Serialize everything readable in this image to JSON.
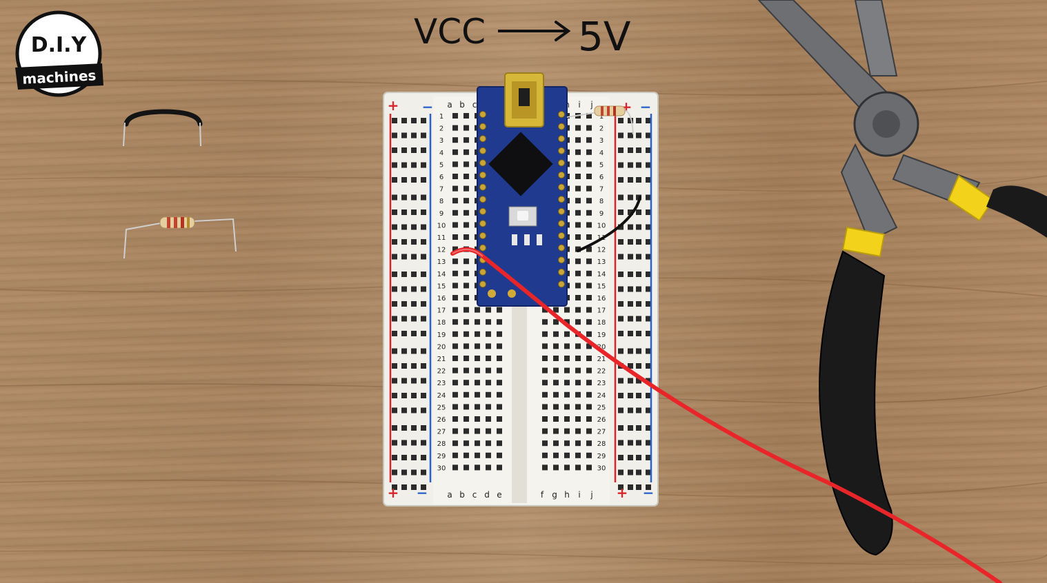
{
  "caption": {
    "text": "VCC → 5V",
    "left": "VCC",
    "right": "5V"
  },
  "logo": {
    "top": "D.I.Y",
    "bottom": "machines"
  },
  "breadboard": {
    "column_letters_left": [
      "a",
      "b",
      "c",
      "d",
      "e"
    ],
    "column_letters_right": [
      "f",
      "g",
      "h",
      "i",
      "j"
    ],
    "row_numbers": [
      "1",
      "2",
      "3",
      "4",
      "5",
      "6",
      "7",
      "8",
      "9",
      "10",
      "11",
      "12",
      "13",
      "14",
      "15",
      "16",
      "17",
      "18",
      "19",
      "20",
      "21",
      "22",
      "23",
      "24",
      "25",
      "26",
      "27",
      "28",
      "29",
      "30"
    ],
    "rail_plus": "+",
    "rail_minus": "−"
  },
  "colors": {
    "rail_red": "#d8252b",
    "rail_blue": "#2a62c9",
    "board_pcb": "#1f3a8f",
    "wire_red": "#e8262a",
    "wire_black": "#111111",
    "plier_yellow": "#f2d21a"
  }
}
